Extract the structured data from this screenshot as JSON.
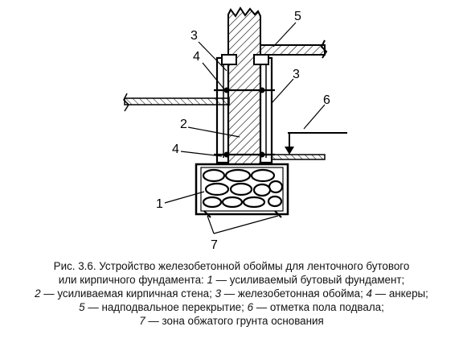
{
  "labels": {
    "l1": "1",
    "l2": "2",
    "l3a": "3",
    "l3b": "3",
    "l4a": "4",
    "l4b": "4",
    "l5": "5",
    "l6": "6",
    "l7": "7"
  },
  "caption": {
    "line1": "Рис. 3.6. Устройство железобетонной обоймы для ленточного бутового",
    "line2_pre": "или кирпичного фундамента: ",
    "line2_num": "1",
    "line2_text": " — усиливаемый бутовый фундамент;",
    "line3_n2": "2",
    "line3_t2": " — усиливаемая кирпичная стена; ",
    "line3_n3": "3",
    "line3_t3": " — железобетонная обойма; ",
    "line3_n4": "4",
    "line3_t4": " — анкеры;",
    "line4_n5": "5",
    "line4_t5": " — надподвальное перекрытие; ",
    "line4_n6": "6",
    "line4_t6": " — отметка пола подвала;",
    "line5_n7": "7",
    "line5_t7": " — зона обжатого грунта основания"
  }
}
